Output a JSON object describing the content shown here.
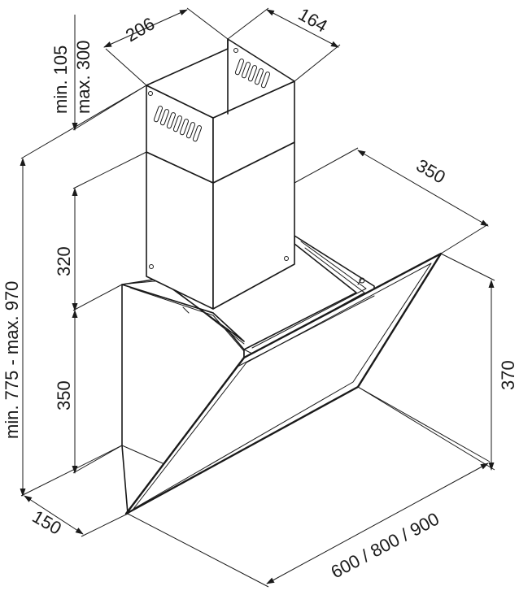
{
  "dimensions": {
    "chimney_top_width": "206",
    "chimney_top_depth": "164",
    "chimney_min_max_line1": "min. 105",
    "chimney_min_max_line2": "max. 300",
    "total_height": "min. 775 - max. 970",
    "upper_chimney_height": "320",
    "lower_chimney_height": "350",
    "glass_depth": "350",
    "glass_height": "370",
    "base_depth": "150",
    "widths": "600 / 800 / 900"
  }
}
